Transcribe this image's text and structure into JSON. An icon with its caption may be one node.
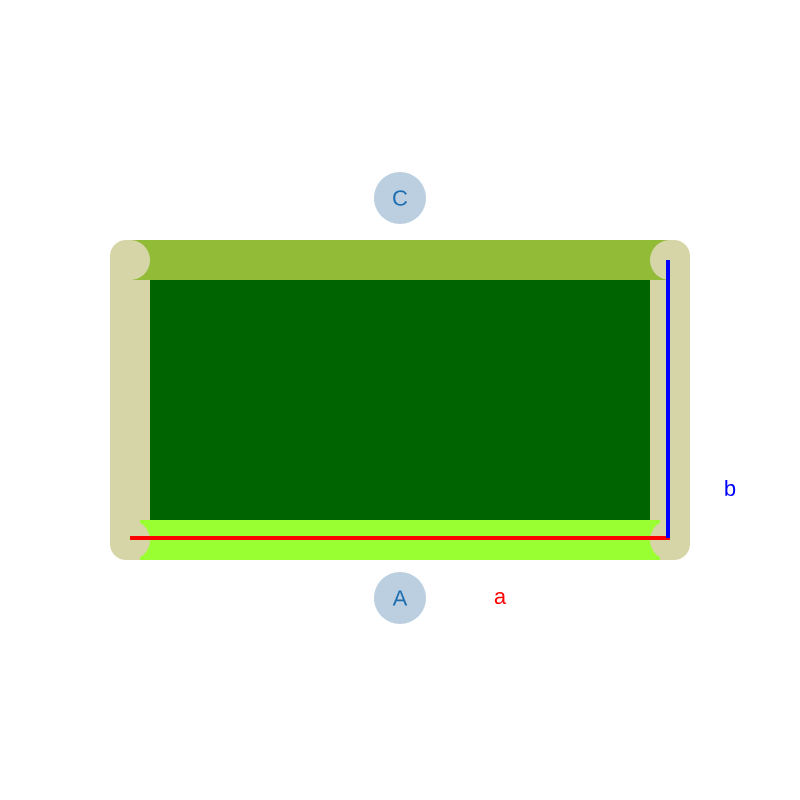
{
  "diagram": {
    "nodes": [
      {
        "text": [
          "C"
        ]
      },
      {
        "text": [
          "A"
        ]
      }
    ],
    "labels": [
      "a",
      "b"
    ]
  }
}
